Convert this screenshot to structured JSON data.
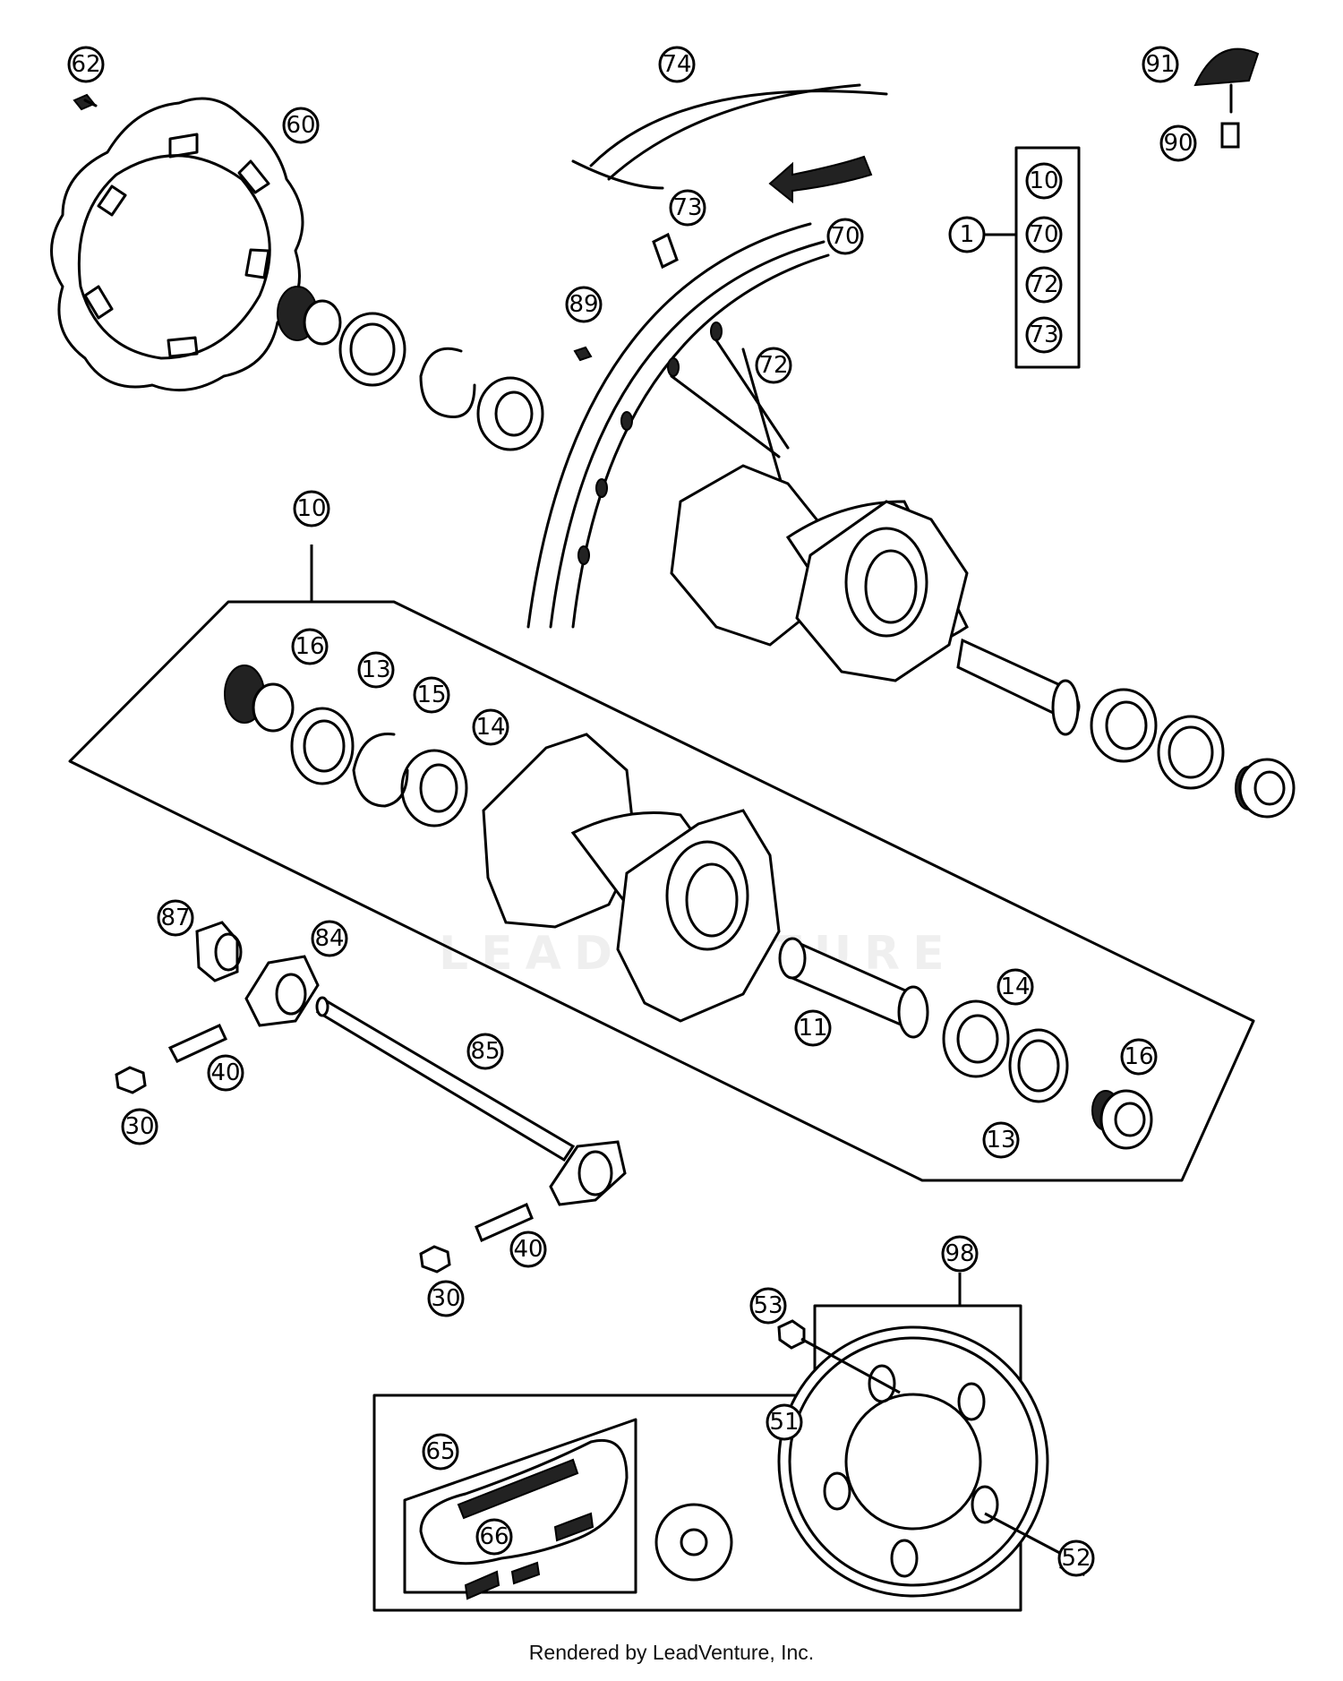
{
  "diagram": {
    "callouts": [
      {
        "id": "62",
        "label": "62"
      },
      {
        "id": "60",
        "label": "60"
      },
      {
        "id": "74",
        "label": "74"
      },
      {
        "id": "73a",
        "label": "73"
      },
      {
        "id": "70a",
        "label": "70"
      },
      {
        "id": "89",
        "label": "89"
      },
      {
        "id": "72a",
        "label": "72"
      },
      {
        "id": "1",
        "label": "1"
      },
      {
        "id": "10a",
        "label": "10"
      },
      {
        "id": "70b",
        "label": "70"
      },
      {
        "id": "72b",
        "label": "72"
      },
      {
        "id": "73b",
        "label": "73"
      },
      {
        "id": "91",
        "label": "91"
      },
      {
        "id": "90",
        "label": "90"
      },
      {
        "id": "10",
        "label": "10"
      },
      {
        "id": "16a",
        "label": "16"
      },
      {
        "id": "13a",
        "label": "13"
      },
      {
        "id": "15",
        "label": "15"
      },
      {
        "id": "14a",
        "label": "14"
      },
      {
        "id": "87",
        "label": "87"
      },
      {
        "id": "84",
        "label": "84"
      },
      {
        "id": "40a",
        "label": "40"
      },
      {
        "id": "30a",
        "label": "30"
      },
      {
        "id": "85",
        "label": "85"
      },
      {
        "id": "11",
        "label": "11"
      },
      {
        "id": "14b",
        "label": "14"
      },
      {
        "id": "16b",
        "label": "16"
      },
      {
        "id": "13b",
        "label": "13"
      },
      {
        "id": "40b",
        "label": "40"
      },
      {
        "id": "30b",
        "label": "30"
      },
      {
        "id": "98",
        "label": "98"
      },
      {
        "id": "53",
        "label": "53"
      },
      {
        "id": "51",
        "label": "51"
      },
      {
        "id": "65",
        "label": "65"
      },
      {
        "id": "66",
        "label": "66"
      },
      {
        "id": "52",
        "label": "52"
      }
    ],
    "watermark": "LEADVENTURE"
  },
  "footer": {
    "text": "Rendered by LeadVenture, Inc."
  }
}
